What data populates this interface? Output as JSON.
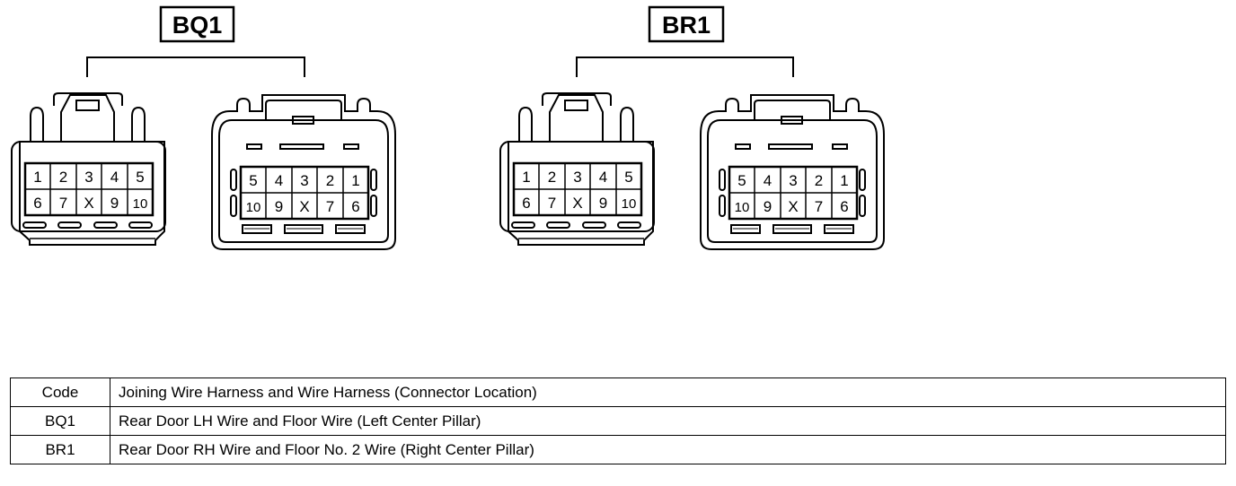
{
  "connectors": [
    {
      "code": "BQ1",
      "female_pins": [
        [
          "1",
          "2",
          "3",
          "4",
          "5"
        ],
        [
          "6",
          "7",
          "X",
          "9",
          "10"
        ]
      ],
      "male_pins": [
        [
          "5",
          "4",
          "3",
          "2",
          "1"
        ],
        [
          "10",
          "9",
          "X",
          "7",
          "6"
        ]
      ]
    },
    {
      "code": "BR1",
      "female_pins": [
        [
          "1",
          "2",
          "3",
          "4",
          "5"
        ],
        [
          "6",
          "7",
          "X",
          "9",
          "10"
        ]
      ],
      "male_pins": [
        [
          "5",
          "4",
          "3",
          "2",
          "1"
        ],
        [
          "10",
          "9",
          "X",
          "7",
          "6"
        ]
      ]
    }
  ],
  "legend": {
    "header": {
      "code": "Code",
      "description": "Joining Wire Harness and Wire Harness (Connector Location)"
    },
    "rows": [
      {
        "code": "BQ1",
        "description": "Rear Door LH Wire and Floor Wire (Left Center Pillar)"
      },
      {
        "code": "BR1",
        "description": "Rear Door RH Wire and Floor No. 2 Wire (Right Center Pillar)"
      }
    ]
  }
}
